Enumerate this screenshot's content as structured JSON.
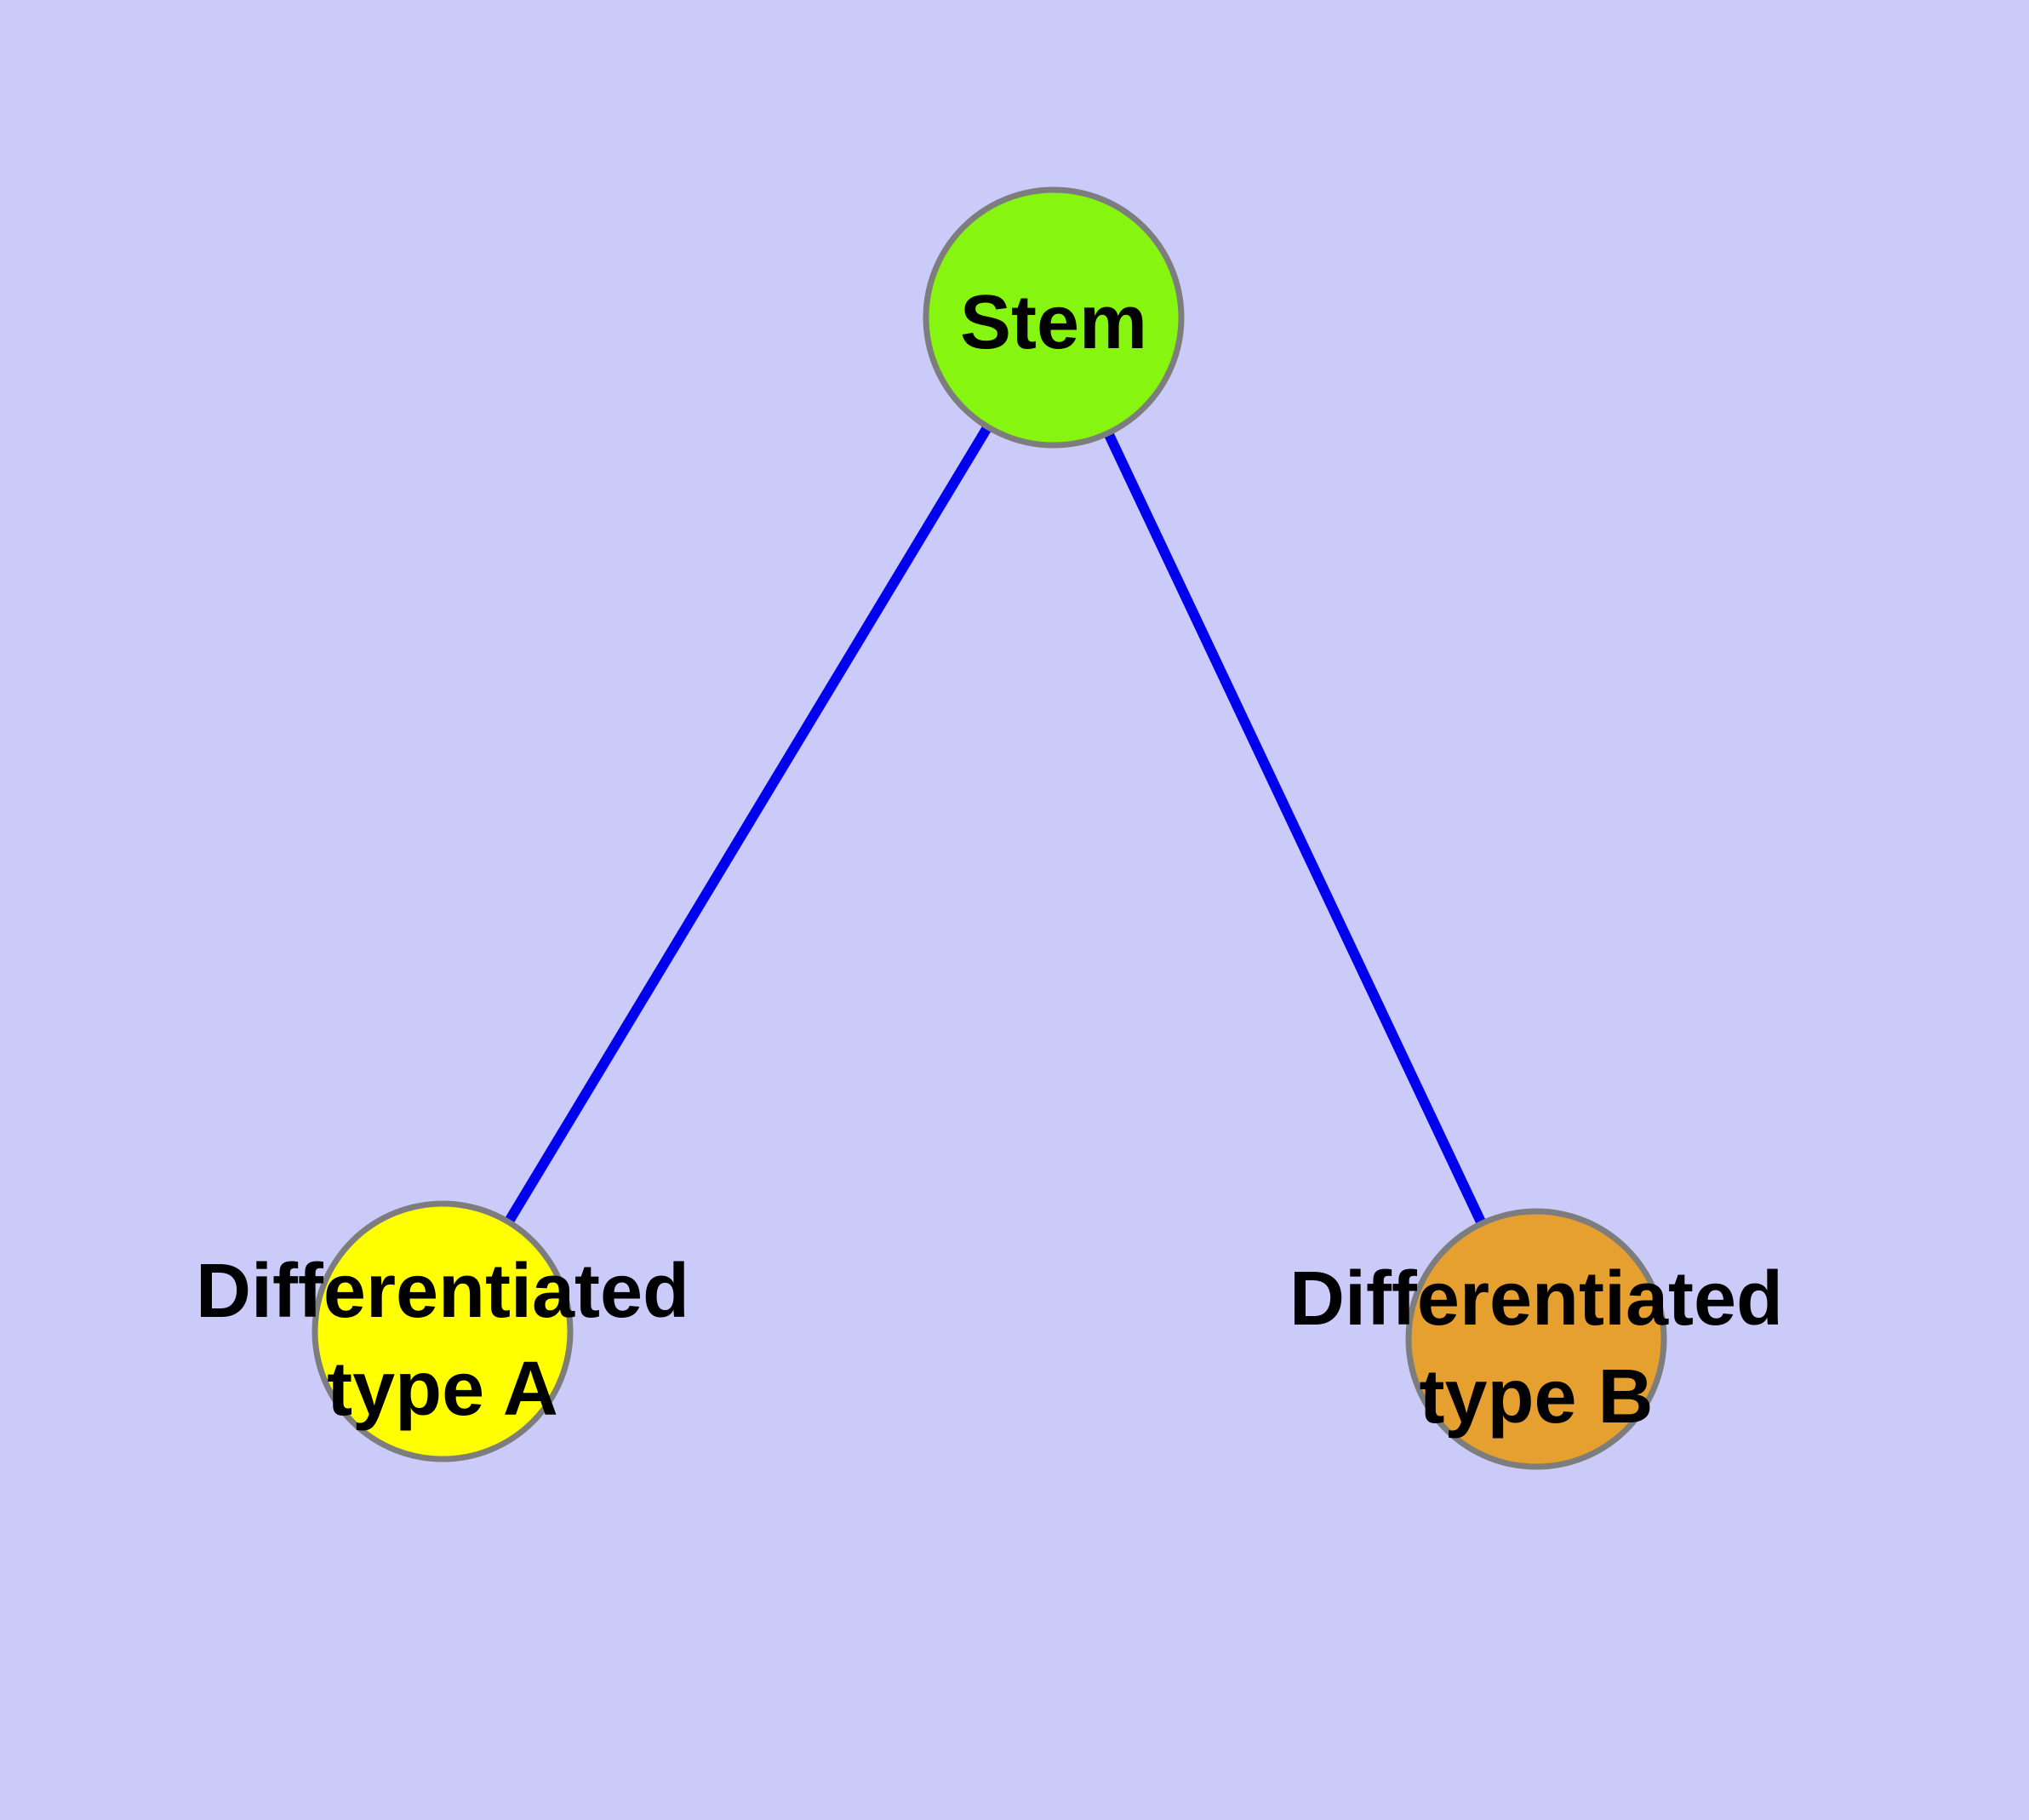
{
  "diagram": {
    "background_color": "#CBCBFA",
    "edge_color": "#0000EE",
    "node_border_color": "#7D7D7D",
    "label_color": "#000000",
    "nodes": {
      "stem": {
        "label": "Stem",
        "fill_color": "#86F50F"
      },
      "type_a": {
        "label": "Differentiated type A",
        "label_line1": "Differentiated",
        "label_line2": "type A",
        "fill_color": "#FFFF00"
      },
      "type_b": {
        "label": "Differentiated type B",
        "label_line1": "Differentiated",
        "label_line2": "type B",
        "fill_color": "#E6A02F"
      }
    },
    "edges": [
      {
        "from": "Stem",
        "to": "Differentiated type A"
      },
      {
        "from": "Stem",
        "to": "Differentiated type B"
      }
    ]
  }
}
